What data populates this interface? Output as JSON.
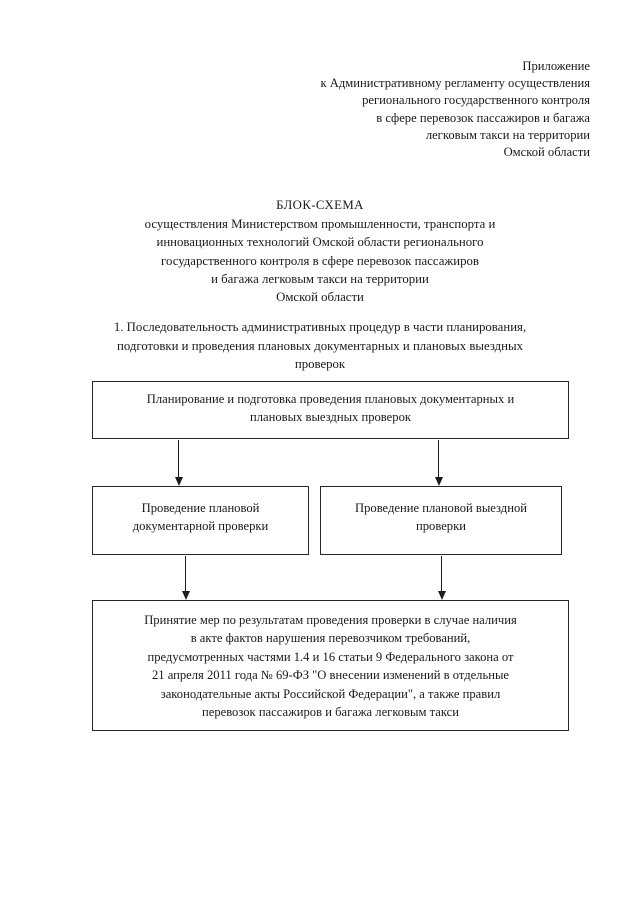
{
  "document": {
    "appendix": {
      "lines": [
        "Приложение",
        "к Административному регламенту осуществления",
        "регионального государственного контроля",
        "в сфере перевозок пассажиров и багажа",
        "легковым такси на территории",
        "Омской области"
      ]
    },
    "title": {
      "heading": "БЛОК-СХЕМА",
      "lines": [
        "осуществления Министерством промышленности, транспорта и",
        "инновационных технологий Омской области  регионального",
        "государственного контроля в сфере перевозок пассажиров",
        "и багажа легковым такси на территории",
        "Омской области"
      ]
    },
    "intro": {
      "lines": [
        "1. Последовательность административных процедур в части планирования,",
        "подготовки и проведения плановых документарных и плановых выездных",
        "проверок"
      ]
    }
  },
  "flowchart": {
    "boxes": {
      "planning": {
        "lines": [
          "Планирование и подготовка проведения плановых документарных и",
          "плановых выездных проверок"
        ]
      },
      "documentary_check": {
        "lines": [
          "Проведение плановой",
          "документарной проверки"
        ]
      },
      "field_check": {
        "lines": [
          "Проведение плановой выездной",
          "проверки"
        ]
      },
      "measures": {
        "lines": [
          "Принятие мер по результатам проведения проверки в случае наличия",
          "в акте фактов нарушения перевозчиком  требований,",
          "предусмотренных частями 1.4 и  16 статьи  9 Федерального закона от",
          "21 апреля 2011 года  № 69-ФЗ \"О внесении изменений в отдельные",
          "законодательные акты Российской Федерации\", а также правил",
          "перевозок пассажиров и багажа легковым такси"
        ]
      }
    }
  },
  "style": {
    "page_background": "#ffffff",
    "text_color": "#1a1a1a",
    "box_border_color": "#272727",
    "arrow_color": "#1d1d1d"
  }
}
